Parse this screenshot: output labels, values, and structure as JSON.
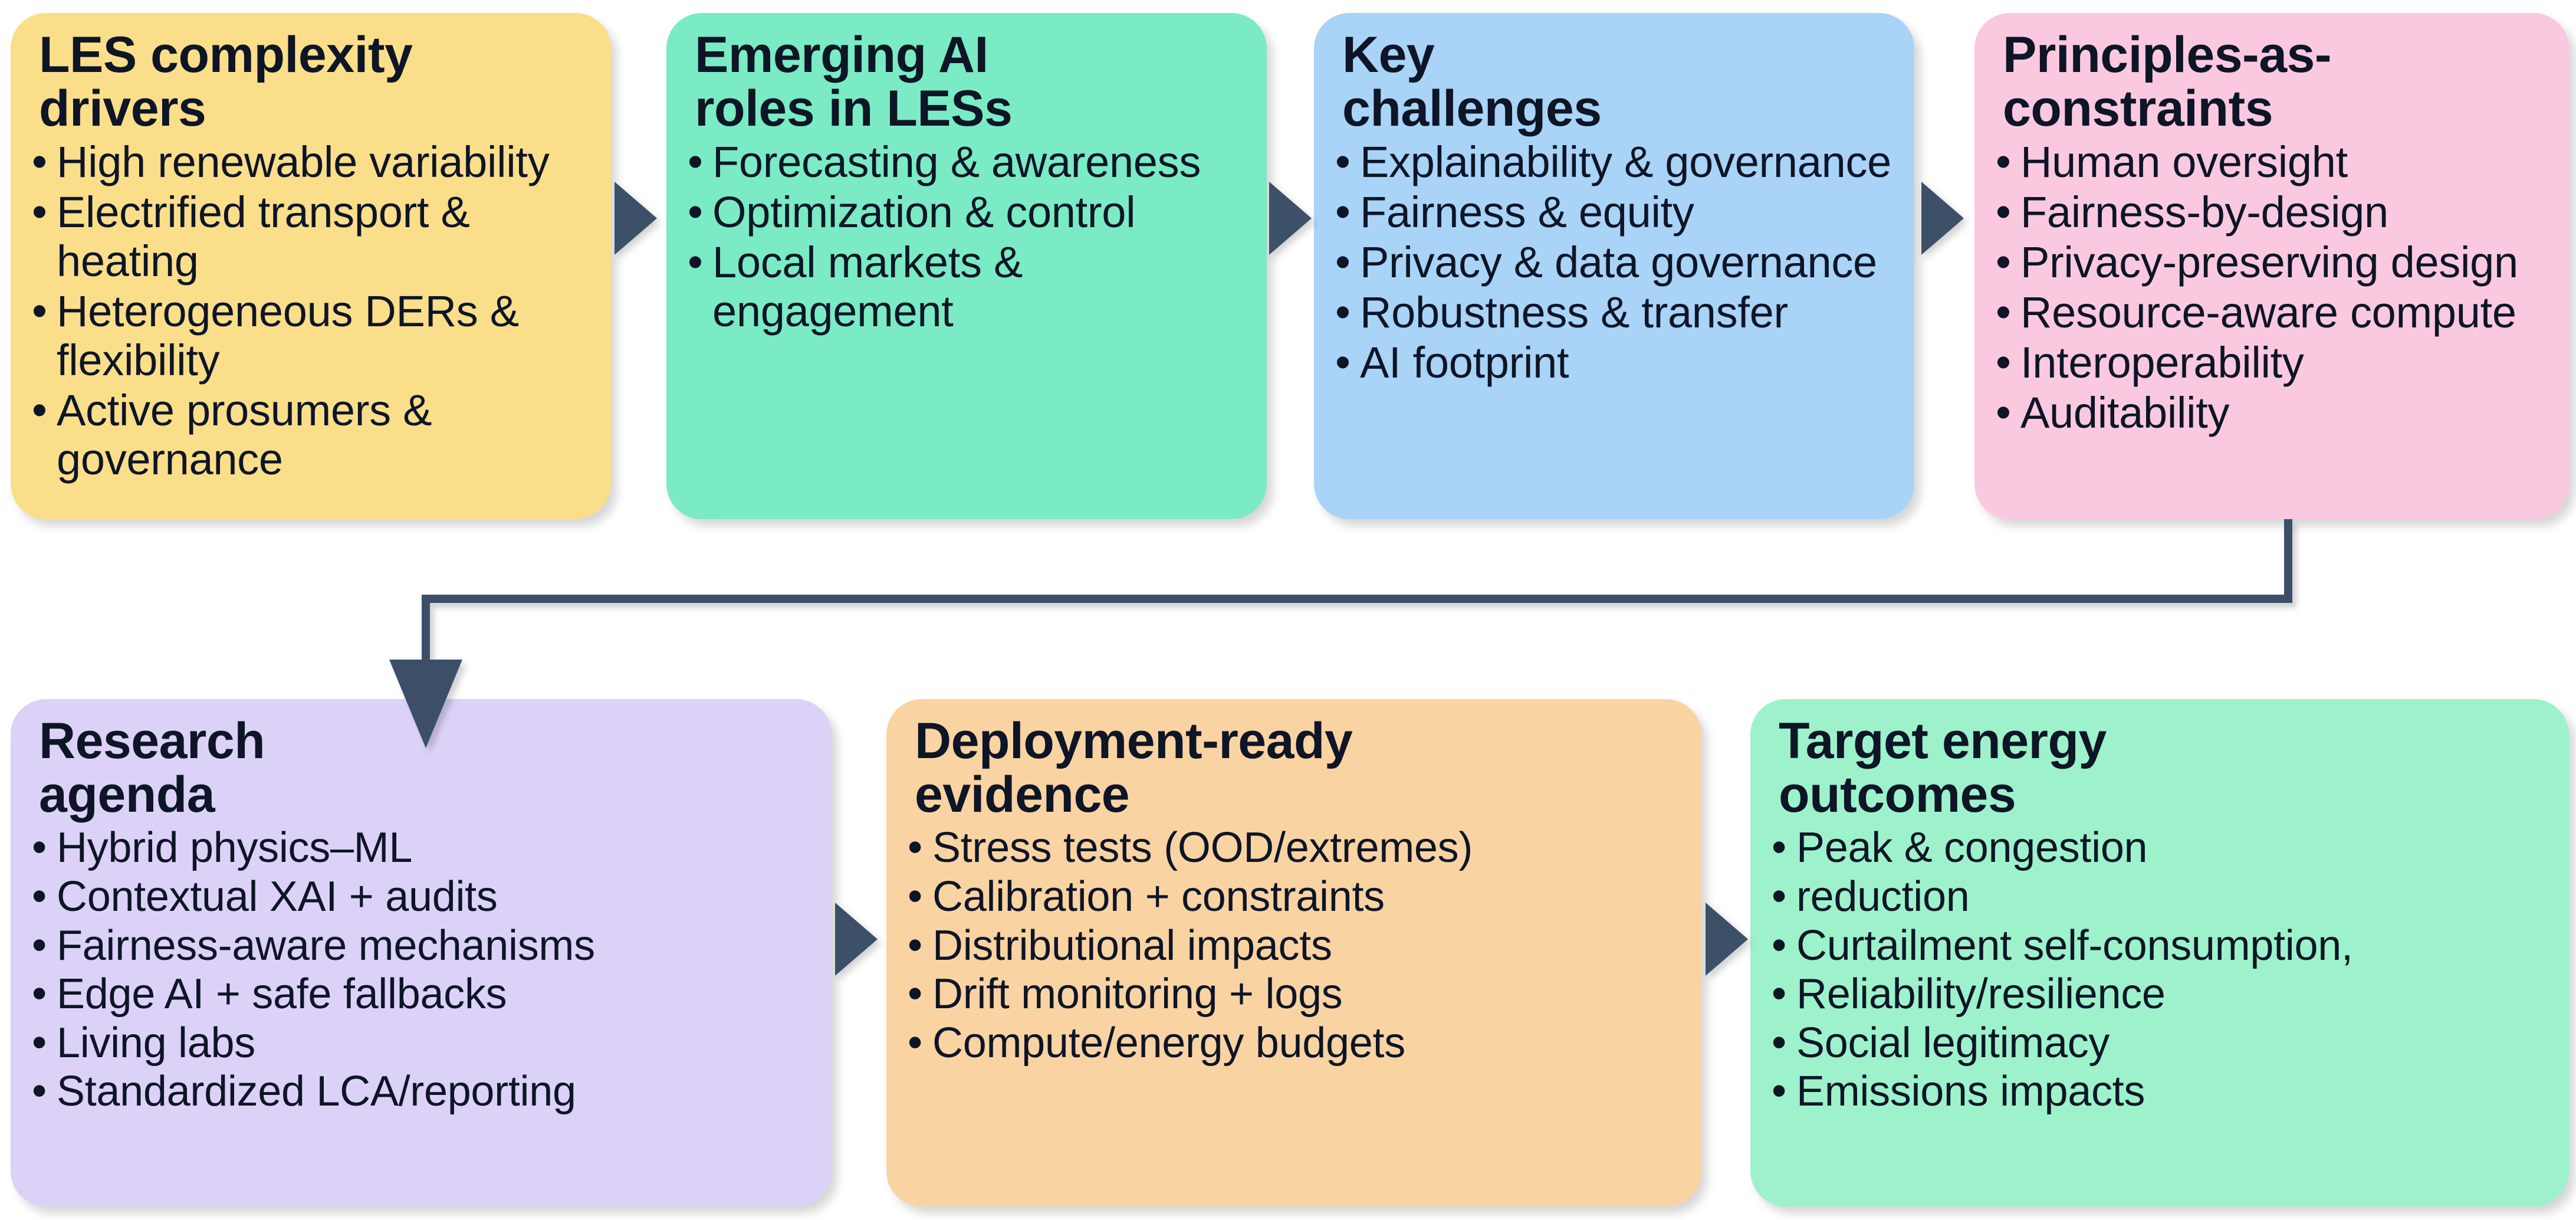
{
  "diagram": {
    "type": "flow",
    "title": "AI in Local Energy Systems — drivers, roles, challenges, principles, agenda, evidence, outcomes",
    "colors": {
      "box_yellow": "#fade8a",
      "box_mint": "#7aebc4",
      "box_blue": "#a9d3f7",
      "box_pink": "#fac9e0",
      "box_lavender": "#dcd2f7",
      "box_peach": "#fad3a3",
      "box_green": "#9df2cc",
      "arrow": "#3c5068",
      "text": "#0d1526"
    },
    "nodes": [
      {
        "id": "les-complexity-drivers",
        "title": "LES complexity\ndrivers",
        "items": [
          "High renewable variability",
          "Electrified transport & heating",
          "Heterogeneous DERs & flexibility",
          "Active prosumers & governance"
        ]
      },
      {
        "id": "emerging-ai-roles",
        "title": "Emerging AI\nroles in LESs",
        "items": [
          "Forecasting & awareness",
          "Optimization & control",
          "Local markets & engagement"
        ]
      },
      {
        "id": "key-challenges",
        "title": "Key\nchallenges",
        "items": [
          "Explainability & governance",
          "Fairness & equity",
          "Privacy & data governance",
          "Robustness & transfer",
          "AI footprint"
        ]
      },
      {
        "id": "principles-as-constraints",
        "title": "Principles-as-\nconstraints",
        "items": [
          "Human oversight",
          "Fairness-by-design",
          "Privacy-preserving design",
          "Resource-aware compute",
          "Interoperability",
          "Auditability"
        ]
      },
      {
        "id": "research-agenda",
        "title": "Research\nagenda",
        "items": [
          "Hybrid physics–ML",
          "Contextual XAI + audits",
          "Fairness-aware mechanisms",
          "Edge AI + safe fallbacks",
          "Living labs",
          "Standardized LCA/reporting"
        ]
      },
      {
        "id": "deployment-ready-evidence",
        "title": "Deployment-ready\nevidence",
        "items": [
          "Stress tests (OOD/extremes)",
          "Calibration + constraints",
          "Distributional impacts",
          "Drift monitoring + logs",
          "Compute/energy budgets"
        ]
      },
      {
        "id": "target-energy-outcomes",
        "title": "Target energy\noutcomes",
        "items": [
          "Peak & congestion",
          "reduction",
          "Curtailment self-consumption,",
          "Reliability/resilience",
          "Social legitimacy",
          "Emissions impacts"
        ]
      }
    ],
    "connectors": [
      {
        "id": "arrow-drivers-to-roles",
        "from": "les-complexity-drivers",
        "to": "emerging-ai-roles",
        "shape": "triangle-right"
      },
      {
        "id": "arrow-roles-to-challenges",
        "from": "emerging-ai-roles",
        "to": "key-challenges",
        "shape": "triangle-right"
      },
      {
        "id": "arrow-challenges-to-principles",
        "from": "key-challenges",
        "to": "principles-as-constraints",
        "shape": "triangle-right"
      },
      {
        "id": "elbow-principles-to-agenda",
        "from": "principles-as-constraints",
        "to": "research-agenda",
        "shape": "elbow-down-left"
      },
      {
        "id": "arrow-agenda-to-evidence",
        "from": "research-agenda",
        "to": "deployment-ready-evidence",
        "shape": "triangle-right"
      },
      {
        "id": "arrow-evidence-to-outcomes",
        "from": "deployment-ready-evidence",
        "to": "target-energy-outcomes",
        "shape": "triangle-right"
      }
    ]
  }
}
